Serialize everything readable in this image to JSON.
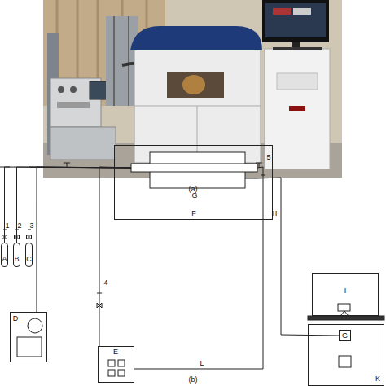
{
  "diagram": {
    "nodes": [
      {
        "text": [
          "F"
        ]
      },
      {
        "text": [
          "G"
        ],
        "in": 0
      },
      {
        "text": [
          "A"
        ]
      },
      {
        "text": [
          "B"
        ]
      },
      {
        "text": [
          "C"
        ]
      },
      {
        "text": [
          "D"
        ]
      },
      {
        "text": [
          "E"
        ]
      },
      {
        "text": [
          "I"
        ]
      },
      {
        "text": [
          "K"
        ]
      },
      {
        "text": [
          "G"
        ],
        "in": 8
      }
    ],
    "edges": [
      {
        "from": 2,
        "to": 1,
        "arrow": "none"
      },
      {
        "from": 3,
        "to": 1,
        "arrow": "none"
      },
      {
        "from": 4,
        "to": 1,
        "arrow": "none"
      },
      {
        "from": 5,
        "to": 1,
        "arrow": "none"
      },
      {
        "from": 6,
        "to": 1,
        "arrow": "none"
      },
      {
        "from": 6,
        "to": 1,
        "label": "L",
        "arrow": "none"
      },
      {
        "from": 1,
        "to": 9,
        "label": "H",
        "arrow": "none"
      }
    ],
    "labels": [
      "(a)",
      "1",
      "2",
      "3",
      "4",
      "5",
      "(b)"
    ]
  }
}
